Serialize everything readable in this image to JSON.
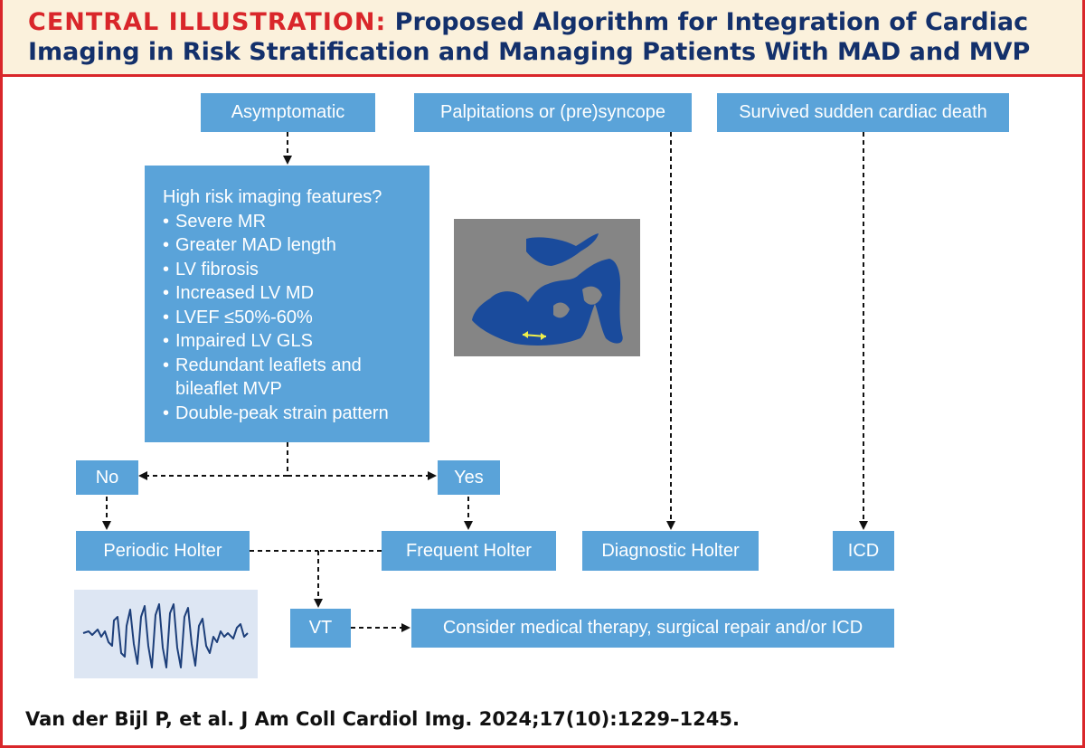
{
  "header": {
    "title_lead": "CENTRAL ILLUSTRATION:",
    "title_rest": "Proposed Algorithm for Integration of Cardiac Imaging in Risk Stratification and Managing Patients With MAD and MVP"
  },
  "flow": {
    "asymptomatic": "Asymptomatic",
    "palpitations": "Palpitations or (pre)syncope",
    "survived_scd": "Survived sudden cardiac death",
    "risk_question": "High risk imaging features?",
    "risk_items": [
      "Severe MR",
      "Greater MAD length",
      "LV fibrosis",
      "Increased LV MD",
      "LVEF ≤50%-60%",
      "Impaired LV GLS",
      "Redundant leaflets and",
      "bileaflet MVP",
      "Double-peak strain pattern"
    ],
    "no": "No",
    "yes": "Yes",
    "periodic_holter": "Periodic Holter",
    "frequent_holter": "Frequent Holter",
    "diagnostic_holter": "Diagnostic Holter",
    "icd": "ICD",
    "vt": "VT",
    "consider": "Consider medical therapy, surgical repair and/or ICD"
  },
  "colors": {
    "accent_red": "#d9262a",
    "navy": "#13306b",
    "box_blue": "#5aa3d9",
    "header_bg": "#fbf1dc"
  },
  "citation": "Van der Bijl P, et al. J Am Coll Cardiol Img. 2024;17(10):1229–1245."
}
